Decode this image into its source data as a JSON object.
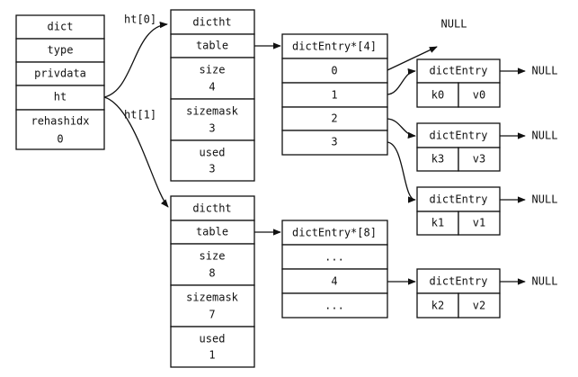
{
  "dict": {
    "title": "dict",
    "type": "type",
    "privdata": "privdata",
    "ht": "ht",
    "rehashidx_label": "rehashidx",
    "rehashidx_value": "0"
  },
  "edge_labels": {
    "ht0": "ht[0]",
    "ht1": "ht[1]"
  },
  "ht0": {
    "title": "dictht",
    "table": "table",
    "size_label": "size",
    "size_value": "4",
    "sizemask_label": "sizemask",
    "sizemask_value": "3",
    "used_label": "used",
    "used_value": "3"
  },
  "ht1": {
    "title": "dictht",
    "table": "table",
    "size_label": "size",
    "size_value": "8",
    "sizemask_label": "sizemask",
    "sizemask_value": "7",
    "used_label": "used",
    "used_value": "1"
  },
  "table0": {
    "title": "dictEntry*[4]",
    "slots": [
      "0",
      "1",
      "2",
      "3"
    ]
  },
  "table1": {
    "title": "dictEntry*[8]",
    "slots": [
      "...",
      "4",
      "..."
    ]
  },
  "null_label": "NULL",
  "entries": [
    {
      "title": "dictEntry",
      "key": "k0",
      "value": "v0"
    },
    {
      "title": "dictEntry",
      "key": "k3",
      "value": "v3"
    },
    {
      "title": "dictEntry",
      "key": "k1",
      "value": "v1"
    },
    {
      "title": "dictEntry",
      "key": "k2",
      "value": "v2"
    }
  ]
}
